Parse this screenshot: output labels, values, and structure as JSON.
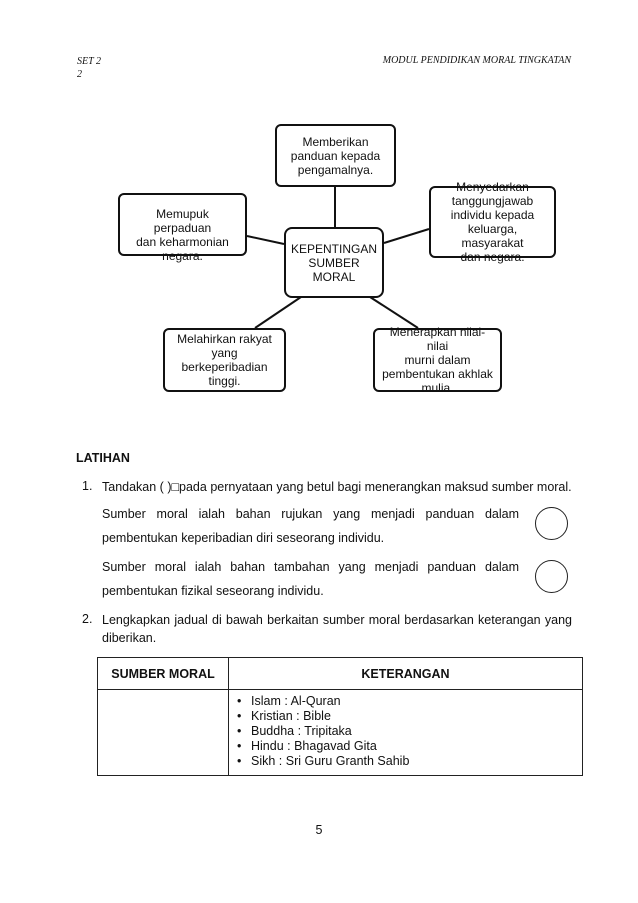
{
  "header": {
    "left_line1": "SET 2",
    "left_line2": "2",
    "right": "MODUL PENDIDIKAN MORAL TINGKATAN"
  },
  "diagram": {
    "center": [
      "KEPENTINGAN",
      "SUMBER",
      "MORAL"
    ],
    "top": [
      "Memberikan",
      "panduan kepada",
      "pengamalnya."
    ],
    "left": [
      "Memupuk perpaduan",
      "dan keharmonian",
      "negara."
    ],
    "right": [
      "Menyedarkan",
      "tanggungjawab",
      "individu kepada",
      "keluarga, masyarakat",
      "dan negara."
    ],
    "bottom_left": [
      "Melahirkan rakyat",
      "yang",
      "berkeperibadian",
      "tinggi."
    ],
    "bottom_right": [
      "Menerapkan nilai-nilai",
      "murni dalam",
      "pembentukan akhlak",
      "mulia."
    ]
  },
  "latihan": {
    "heading": "LATIHAN",
    "q1": {
      "number": "1.",
      "text": "Tandakan ( )□pada pernyataan yang betul bagi menerangkan maksud sumber moral.",
      "statements": [
        "Sumber moral ialah bahan rujukan yang menjadi panduan dalam pembentukan keperibadian diri seseorang individu.",
        "Sumber moral ialah bahan tambahan yang menjadi panduan dalam pembentukan fizikal seseorang individu."
      ]
    },
    "q2": {
      "number": "2.",
      "text_line1": "Lengkapkan jadual di bawah berkaitan sumber moral berdasarkan keterangan yang",
      "text_line2": "diberikan.",
      "table": {
        "headers": [
          "SUMBER MORAL",
          "KETERANGAN"
        ],
        "row": {
          "sumber": "",
          "keterangan": [
            "Islam : Al-Quran",
            "Kristian : Bible",
            "Buddha : Tripitaka",
            "Hindu : Bhagavad Gita",
            "Sikh : Sri Guru Granth Sahib"
          ]
        }
      }
    }
  },
  "page_number": "5"
}
